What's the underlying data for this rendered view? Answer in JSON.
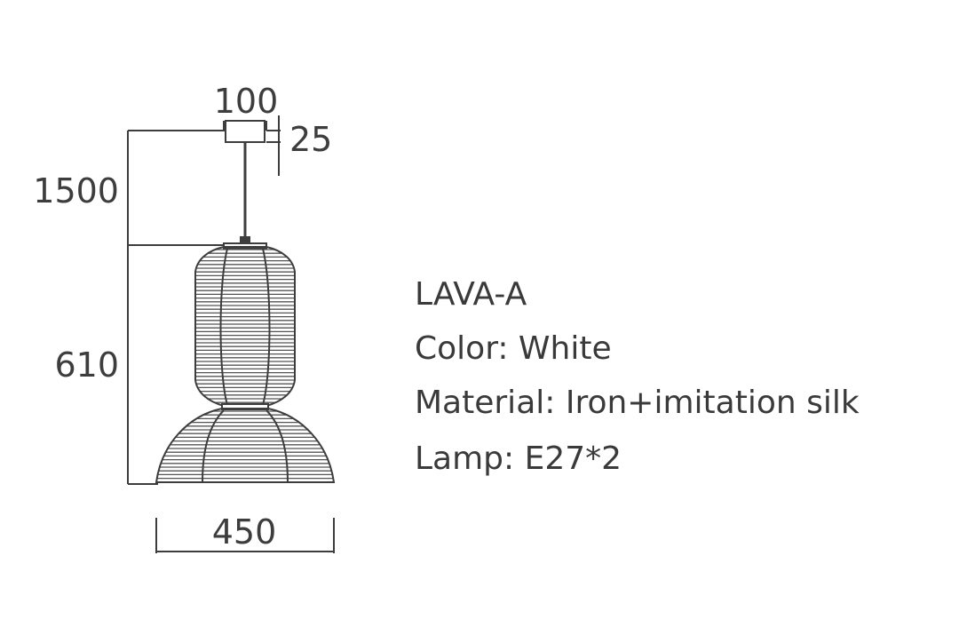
{
  "dimensions": {
    "canopy_width": "100",
    "canopy_height": "25",
    "cable_length": "1500",
    "body_height": "610",
    "body_width": "450"
  },
  "specs": {
    "model": "LAVA-A",
    "color": "Color: White",
    "material": "Material: Iron+imitation silk",
    "lamp": "Lamp: E27*2"
  },
  "colors": {
    "line": "#3d3d3d",
    "shade_rib": "#555555",
    "background": "#ffffff"
  }
}
